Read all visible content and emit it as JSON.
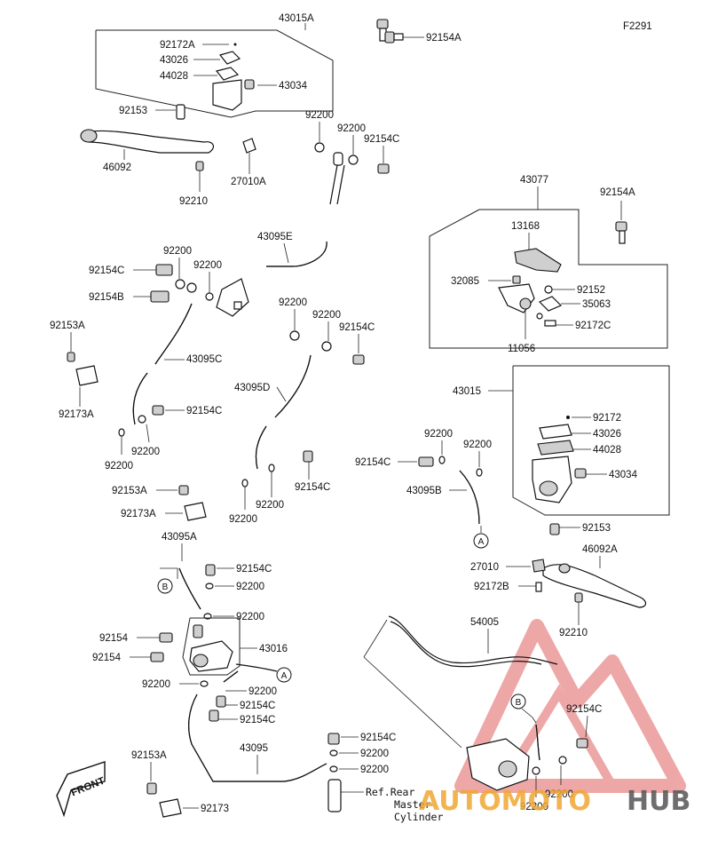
{
  "diagram_code": "F2291",
  "front_arrow": "FRONT",
  "watermark": {
    "part1": "AUTOMOTO",
    "part2": "HUB",
    "color1": "#f0a833",
    "color2": "#555555",
    "logo_color": "#e06060"
  },
  "ref_rear": [
    "Ref.Rear",
    "Master",
    "Cylinder"
  ],
  "refs": [
    "A",
    "B"
  ],
  "labels": {
    "l43015A": "43015A",
    "l92172A": "92172A",
    "l43026a": "43026",
    "l44028a": "44028",
    "l43034a": "43034",
    "l92153a": "92153",
    "l46092": "46092",
    "l92210a": "92210",
    "l27010A": "27010A",
    "l92154A1": "92154A",
    "l92200_1": "92200",
    "l92200_2": "92200",
    "l92154C_1": "92154C",
    "l43095E": "43095E",
    "l92200_3": "92200",
    "l92154C_2": "92154C",
    "l92200_4": "92200",
    "l92154B": "92154B",
    "l92200_5": "92200",
    "l92200_6": "92200",
    "l92154C_3": "92154C",
    "l92153A_1": "92153A",
    "l43095C": "43095C",
    "l92173A_1": "92173A",
    "l92154C_4": "92154C",
    "l92200_7": "92200",
    "l92200_8": "92200",
    "l43095D": "43095D",
    "l92154C_5": "92154C",
    "l92200_9": "92200",
    "l92200_10": "92200",
    "l92153A_2": "92153A",
    "l92173A_2": "92173A",
    "l43077": "43077",
    "l92154A2": "92154A",
    "l13168": "13168",
    "l32085": "32085",
    "l92152": "92152",
    "l35063": "35063",
    "l11056": "11056",
    "l92172C": "92172C",
    "l43015": "43015",
    "l92172": "92172",
    "l43026b": "43026",
    "l44028b": "44028",
    "l43034b": "43034",
    "l92200_11": "92200",
    "l92200_12": "92200",
    "l92154C_6": "92154C",
    "l43095B": "43095B",
    "l92153b": "92153",
    "l46092A": "46092A",
    "l27010": "27010",
    "l92172B": "92172B",
    "l92210b": "92210",
    "l43095A": "43095A",
    "l92154C_7": "92154C",
    "l92200_13": "92200",
    "l92200_14": "92200",
    "l92154a": "92154",
    "l43016": "43016",
    "l92154b": "92154",
    "l92200_15": "92200",
    "l92200_16": "92200",
    "l92154C_8": "92154C",
    "l92154C_9": "92154C",
    "l92153A_3": "92153A",
    "l43095": "43095",
    "l92154C_10": "92154C",
    "l92200_17": "92200",
    "l92200_18": "92200",
    "l92173": "92173",
    "l54005": "54005",
    "l92154C_11": "92154C",
    "l92200_19": "92200",
    "l92200_20": "92200"
  }
}
